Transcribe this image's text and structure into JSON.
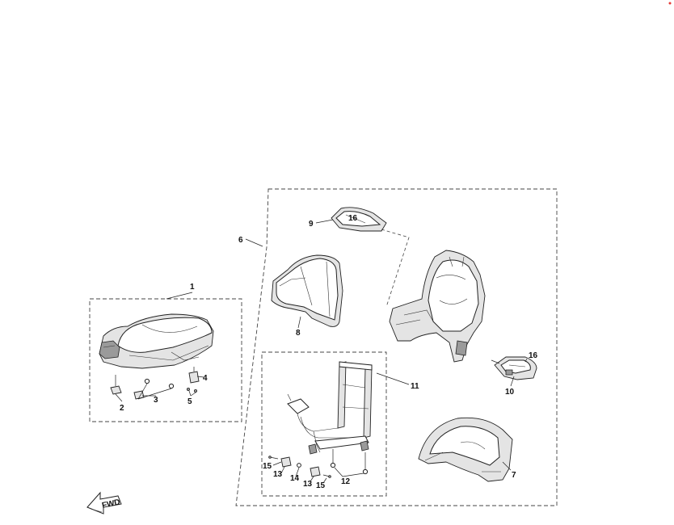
{
  "callouts": {
    "c1": "1",
    "c2": "2",
    "c3": "3",
    "c4": "4",
    "c5": "5",
    "c6": "6",
    "c7": "7",
    "c8": "8",
    "c9": "9",
    "c10": "10",
    "c11": "11",
    "c12": "12",
    "c13a": "13",
    "c13b": "13",
    "c14": "14",
    "c15a": "15",
    "c15b": "15",
    "c16a": "16",
    "c16b": "16"
  },
  "direction_arrow": {
    "label": "FWD"
  },
  "colors": {
    "line": "#222222",
    "background": "#ffffff",
    "marker": "#e53935"
  }
}
